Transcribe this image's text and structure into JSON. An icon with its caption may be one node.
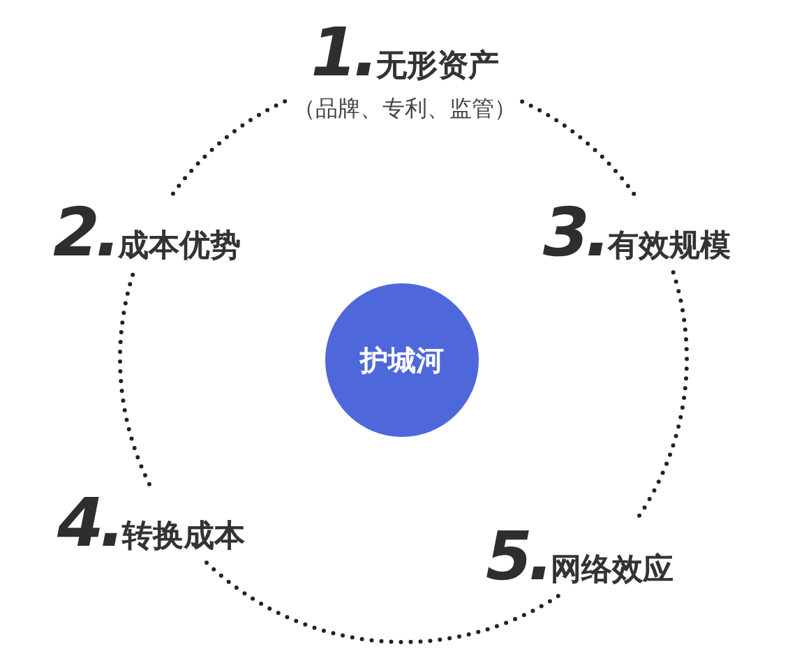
{
  "diagram": {
    "nodes": [
      {
        "text": [
          "1.",
          "无形资产",
          "（品牌、专利、监管）"
        ]
      },
      {
        "text": [
          "2.",
          "成本优势"
        ]
      },
      {
        "text": [
          "3.",
          "有效规模"
        ]
      },
      {
        "text": [
          "护城河"
        ]
      },
      {
        "text": [
          "4.",
          "转换成本"
        ]
      },
      {
        "text": [
          "5.",
          "网络效应"
        ]
      }
    ],
    "edges": [
      {
        "from": 0,
        "to": 2,
        "arrow": "none"
      },
      {
        "from": 2,
        "to": 5,
        "arrow": "none"
      },
      {
        "from": 5,
        "to": 4,
        "arrow": "none"
      },
      {
        "from": 4,
        "to": 1,
        "arrow": "none"
      },
      {
        "from": 1,
        "to": 0,
        "arrow": "none"
      }
    ]
  }
}
